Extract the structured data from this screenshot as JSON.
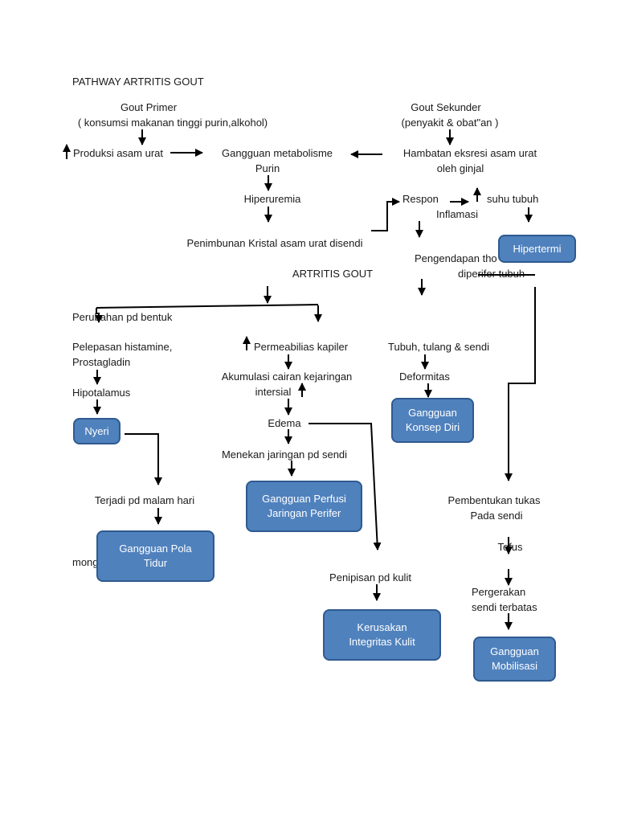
{
  "title": "PATHWAY ARTRITIS GOUT",
  "gout_primer": {
    "title": "Gout Primer",
    "detail": "( konsumsi makanan tinggi purin,alkohol)"
  },
  "gout_sekunder": {
    "title": "Gout Sekunder",
    "detail": "(penyakit & obat\"an )"
  },
  "produksi": "Produksi asam urat",
  "gangguan_metabolisme": {
    "line1": "Gangguan metabolisme",
    "line2": "Purin"
  },
  "hambatan": {
    "line1": "Hambatan eksresi asam urat",
    "line2": "oleh ginjal"
  },
  "hiperuremia": "Hiperuremia",
  "respon": {
    "line1": "Respon",
    "line2": "Inflamasi"
  },
  "suhu": "suhu tubuh",
  "penimbunan": "Penimbunan Kristal asam urat disendi",
  "artritis": "ARTRITIS GOUT",
  "pengendapan": {
    "line1": "Pengendapan tho",
    "line2": "diperifer tubuh"
  },
  "perubahan": "Perubahan pd bentuk",
  "pelepasan": {
    "line1": "Pelepasan histamine,",
    "line2": "Prostagladin"
  },
  "hipotalamus": "Hipotalamus",
  "permeabilitas": "Permeabilias kapiler",
  "akumulasi": {
    "line1": "Akumulasi cairan kejaringan",
    "line2": "intersial"
  },
  "edema": "Edema",
  "menekan": "Menekan jaringan pd sendi",
  "tubuh": "Tubuh, tulang & sendi",
  "deformitas": "Deformitas",
  "malam": "Terjadi pd malam hari",
  "mong": "mong",
  "penipisan": "Penipisan pd kulit",
  "pembentukan": {
    "line1": "Pembentukan tukas",
    "line2": "Pada sendi"
  },
  "tofus": "Tofus",
  "pergerakan": {
    "line1": "Pergerakan",
    "line2": "sendi terbatas"
  },
  "boxes": {
    "hipertermi": "Hipertermi",
    "nyeri": "Nyeri",
    "konsep_diri": "Gangguan\nKonsep  Diri",
    "perfusi": "Gangguan Perfusi\nJaringan Perifer",
    "pola_tidur": "Gangguan Pola\nTidur",
    "integritas_kulit": "Kerusakan\nIntegritas Kulit",
    "mobilisasi": "Gangguan\nMobilisasi"
  },
  "colors": {
    "box_fill": "#4f81bd",
    "box_border": "#2f5a8f",
    "line": "#000000"
  }
}
